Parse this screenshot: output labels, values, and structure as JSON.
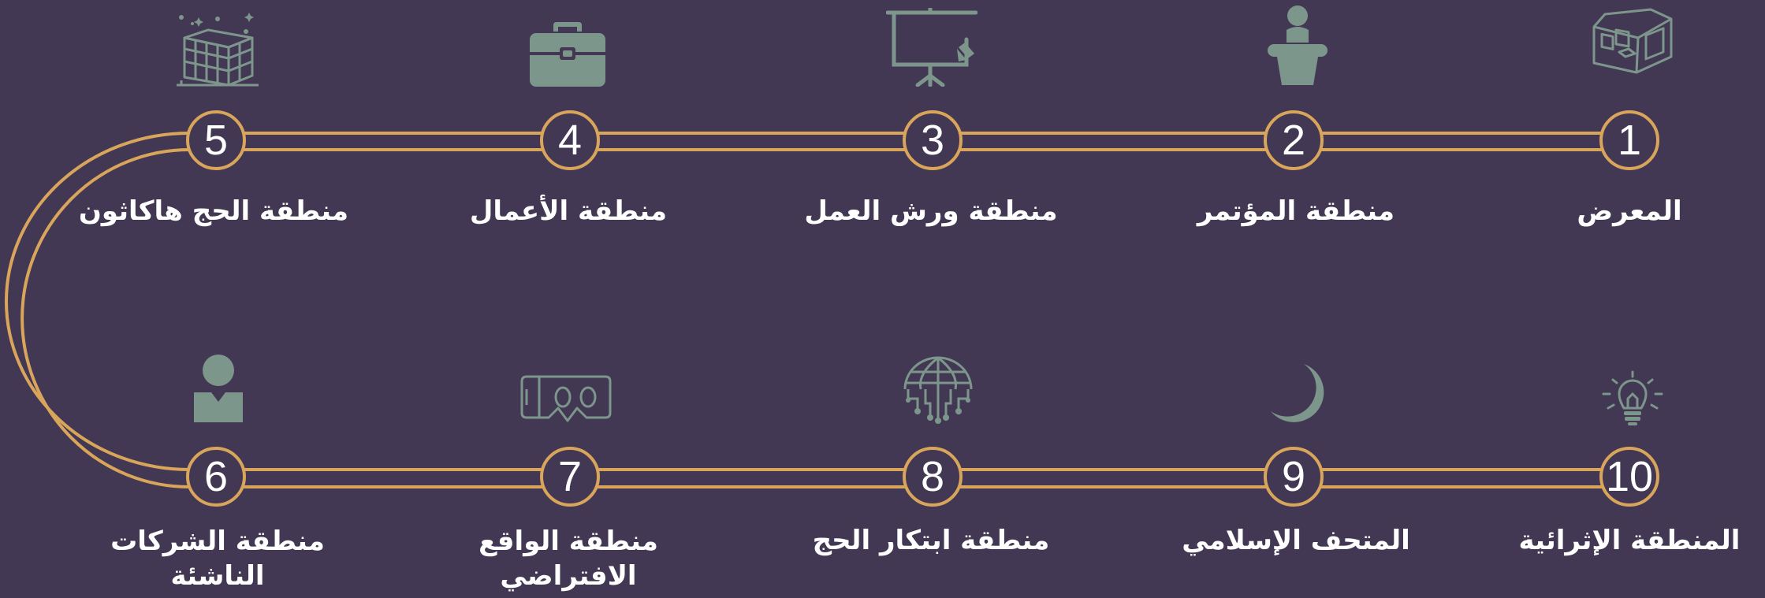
{
  "colors": {
    "background": "#433853",
    "track": "#d9a55b",
    "icon": "#7d968c",
    "text": "#ffffff"
  },
  "stations": [
    {
      "number": "1",
      "label": "المعرض",
      "icon": "exhibition-booth-icon"
    },
    {
      "number": "2",
      "label": "منطقة المؤتمر",
      "icon": "speaker-podium-icon"
    },
    {
      "number": "3",
      "label": "منطقة ورش العمل",
      "icon": "presentation-board-icon"
    },
    {
      "number": "4",
      "label": "منطقة الأعمال",
      "icon": "briefcase-icon"
    },
    {
      "number": "5",
      "label": "منطقة الحج هاكاثون",
      "icon": "kaaba-icon"
    },
    {
      "number": "6",
      "label": "منطقة الشركات الناشئة",
      "icon": "person-icon"
    },
    {
      "number": "7",
      "label": "منطقة الواقع الافتراضي",
      "icon": "vr-headset-icon"
    },
    {
      "number": "8",
      "label": "منطقة ابتكار الحج",
      "icon": "digital-globe-icon"
    },
    {
      "number": "9",
      "label": "المتحف الإسلامي",
      "icon": "crescent-icon"
    },
    {
      "number": "10",
      "label": "المنطقة الإثرائية",
      "icon": "lightbulb-icon"
    }
  ]
}
